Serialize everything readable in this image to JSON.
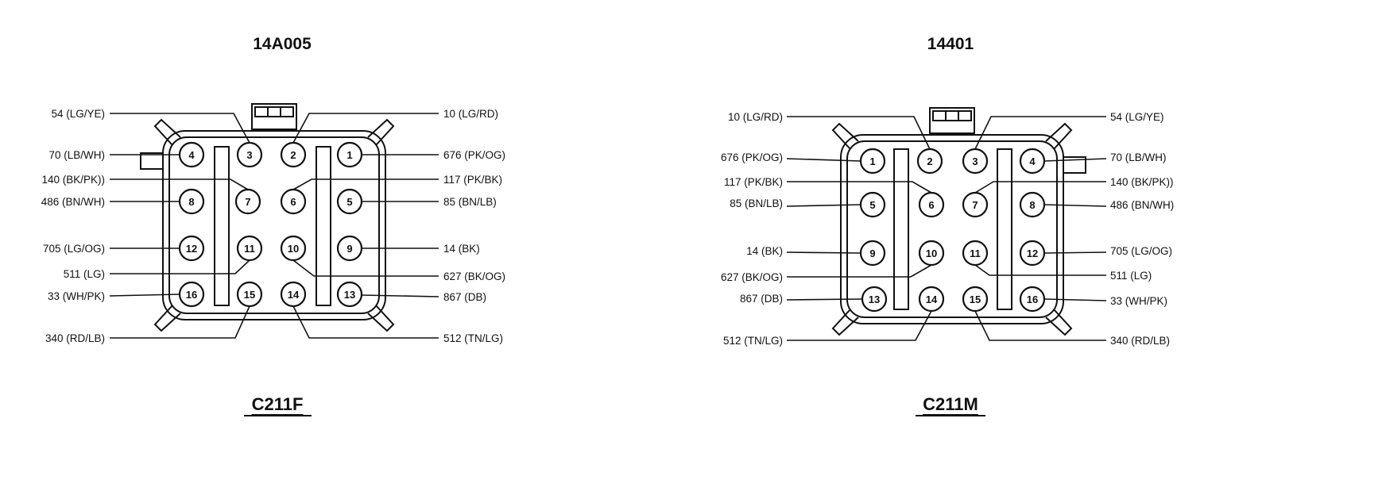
{
  "connectors": [
    {
      "part_number": "14A005",
      "name": "C211F",
      "pins": {
        "1": "676 (PK/OG)",
        "2": "10 (LG/RD)",
        "3": "54 (LG/YE)",
        "4": "70 (LB/WH)",
        "5": "85 (BN/LB)",
        "6": "117 (PK/BK)",
        "7": "140 (BK/PK))",
        "8": "486 (BN/WH)",
        "9": "14 (BK)",
        "10": "627 (BK/OG)",
        "11": "511 (LG)",
        "12": "705 (LG/OG)",
        "13": "867 (DB)",
        "14": "512 (TN/LG)",
        "15": "340 (RD/LB)",
        "16": "33 (WH/PK)"
      }
    },
    {
      "part_number": "14401",
      "name": "C211M",
      "pins": {
        "1": "676 (PK/OG)",
        "2": "10 (LG/RD)",
        "3": "54 (LG/YE)",
        "4": "70 (LB/WH)",
        "5": "85 (BN/LB)",
        "6": "117 (PK/BK)",
        "7": "140 (BK/PK))",
        "8": "486 (BN/WH)",
        "9": "14 (BK)",
        "10": "627 (BK/OG)",
        "11": "511 (LG)",
        "12": "705 (LG/OG)",
        "13": "867 (DB)",
        "14": "512 (TN/LG)",
        "15": "340 (RD/LB)",
        "16": "33 (WH/PK)"
      }
    }
  ]
}
